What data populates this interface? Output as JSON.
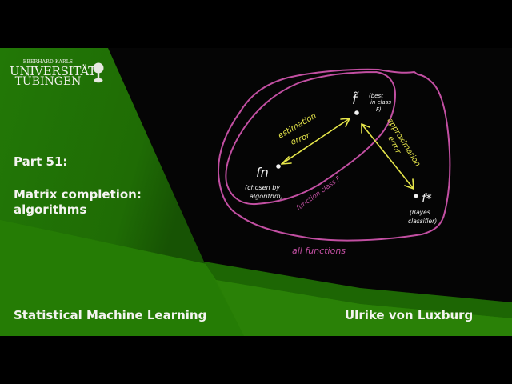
{
  "colors": {
    "green": "#257a05",
    "green_dark": "#1a5c04",
    "panel_black": "#050505",
    "pen_pink": "#c24fa2",
    "pen_yellow": "#e6e64a",
    "pen_white": "#f2f2f2",
    "text_white": "#f4f4f0"
  },
  "logo": {
    "line1": "EBERHARD KARLS",
    "line2": "UNIVERSITÄT",
    "line3": "TÜBINGEN",
    "icon": "tree-icon"
  },
  "slide": {
    "part": "Part 51:",
    "title_line1": "Matrix completion:",
    "title_line2": "algorithms",
    "course": "Statistical Machine Learning",
    "author": "Ulrike von Luxburg"
  },
  "diagram": {
    "f_tilde": "f̃",
    "best_in_class": [
      "(best",
      "in class",
      "F)"
    ],
    "f_n": "fn",
    "chosen_by_algorithm": [
      "(chosen by",
      "algorithm)"
    ],
    "f_star": "f*",
    "bayes_classifier": [
      "(Bayes",
      "classifier)"
    ],
    "estimation_error": [
      "estimation",
      "error"
    ],
    "approximation_error": [
      "approximation",
      "error"
    ],
    "function_class": "function class F",
    "all_functions": "all functions"
  }
}
